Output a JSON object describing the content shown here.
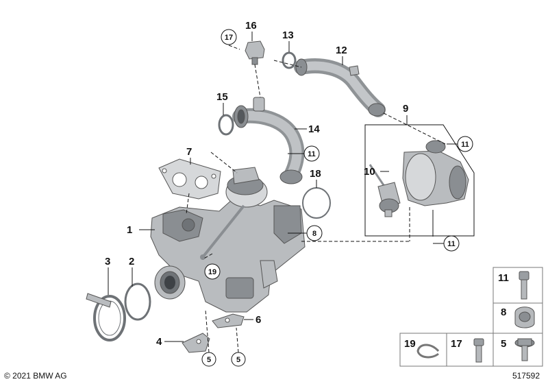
{
  "callouts": {
    "c1": "1",
    "c2": "2",
    "c3": "3",
    "c4": "4",
    "c5a": "5",
    "c5b": "5",
    "c6": "6",
    "c7": "7",
    "c8": "8",
    "c9": "9",
    "c10": "10",
    "c11a": "11",
    "c11b": "11",
    "c11c": "11",
    "c12": "12",
    "c13": "13",
    "c14": "14",
    "c15": "15",
    "c16": "16",
    "c17": "17",
    "c18": "18",
    "c19": "19"
  },
  "legend": {
    "items": [
      {
        "id": "11",
        "icon": "bolt-hex-head-icon"
      },
      {
        "id": "8",
        "icon": "bracket-clamp-icon"
      },
      {
        "id": "5",
        "icon": "hex-bolt-flange-icon"
      },
      {
        "id": "19",
        "icon": "retaining-clip-icon"
      },
      {
        "id": "17",
        "icon": "bolt-icon"
      }
    ]
  },
  "footer": {
    "copyright": "© 2021 BMW AG",
    "diagram_number": "517592"
  }
}
